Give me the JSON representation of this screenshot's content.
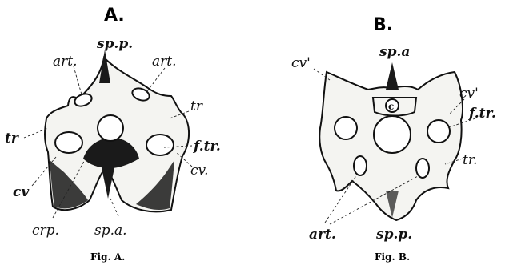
{
  "figure_a": {
    "title": "A.",
    "caption": "Fig. A.",
    "labels": {
      "sp_p": "sp.p.",
      "art_left": "art.",
      "art_right": "art.",
      "tr_right": "tr",
      "tr_left": "tr",
      "f_tr": "f.tr.",
      "cv_left": "cv",
      "cv_right": "cv.",
      "crp": "crp.",
      "sp_a": "sp.a."
    }
  },
  "figure_b": {
    "title": "B.",
    "caption": "Fig. B.",
    "labels": {
      "sp_a": "sp.a",
      "cv_left": "cv'",
      "cv_right": "cv'",
      "c": "c",
      "f_tr": "f.tr.",
      "tr": "tr.",
      "art": "art.",
      "sp_p": "sp.p."
    }
  }
}
